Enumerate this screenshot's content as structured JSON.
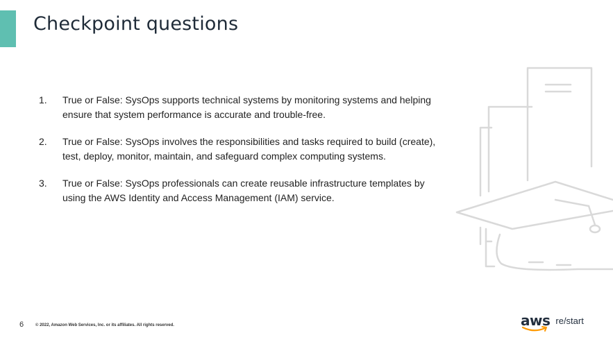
{
  "slide": {
    "title": "Checkpoint questions",
    "questions": [
      {
        "number": "1.",
        "text": "True or False: SysOps supports technical systems by monitoring systems and helping ensure that system performance is accurate and trouble-free."
      },
      {
        "number": "2.",
        "text": "True or False: SysOps involves the responsibilities and tasks required to build (create), test, deploy, monitor, maintain, and safeguard complex computing systems."
      },
      {
        "number": "3.",
        "text": "True or False: SysOps professionals can create reusable infrastructure templates by using the AWS Identity and Access Management (IAM) service."
      }
    ],
    "illustration_icon": "graduation-cap-books-icon"
  },
  "footer": {
    "page_number": "6",
    "copyright": "© 2022, Amazon Web Services, Inc. or its affiliates. All rights reserved.",
    "logo_brand": "aws",
    "logo_product": "re/start"
  },
  "colors": {
    "accent": "#5fbfb1",
    "illustration_stroke": "#d9d9d9",
    "aws_orange": "#ff9900",
    "aws_dark": "#232f3e"
  }
}
